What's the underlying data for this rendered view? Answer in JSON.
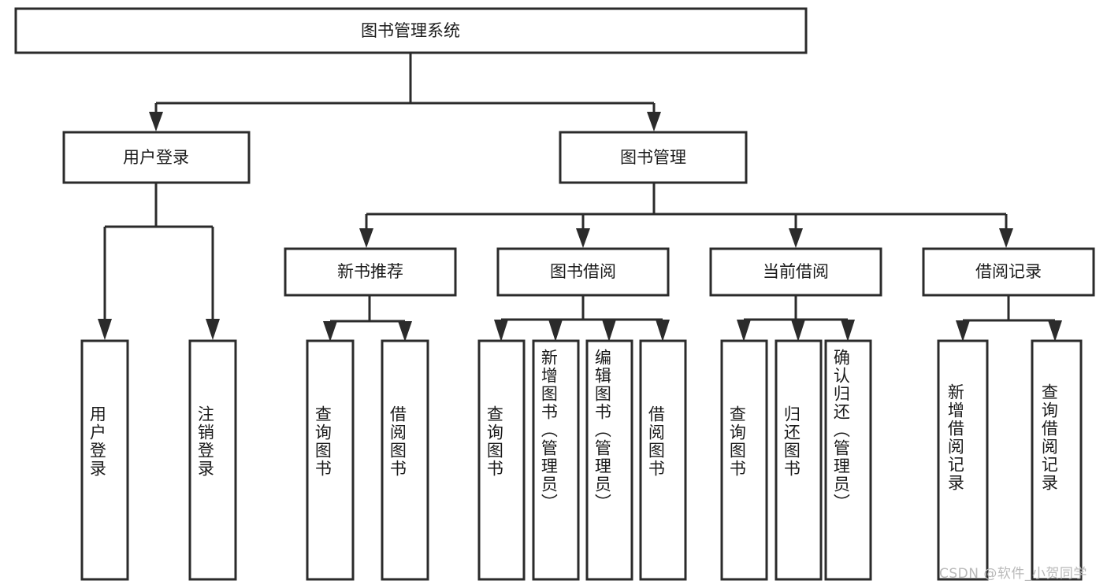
{
  "diagram": {
    "type": "tree-hierarchy-chart",
    "title": "图书管理系统",
    "orientation": "top-down",
    "colors": {
      "box_stroke": "#2b2b2b",
      "box_fill": "#ffffff",
      "connector": "#2b2b2b",
      "text": "#1a1a1a",
      "watermark": "#b9b9b9",
      "background": "#ffffff"
    }
  },
  "root": {
    "label": "图书管理系统"
  },
  "level2": [
    {
      "label": "用户登录"
    },
    {
      "label": "图书管理"
    }
  ],
  "level3": [
    {
      "label": "新书推荐"
    },
    {
      "label": "图书借阅"
    },
    {
      "label": "当前借阅"
    },
    {
      "label": "借阅记录"
    }
  ],
  "leaves": {
    "user_login": [
      {
        "label": "用户登录"
      },
      {
        "label": "注销登录"
      }
    ],
    "new_book_recommend": [
      {
        "label": "查询图书"
      },
      {
        "label": "借阅图书"
      }
    ],
    "book_borrow": [
      {
        "label": "查询图书"
      },
      {
        "label": "新增图书（管理员）"
      },
      {
        "label": "编辑图书（管理员）"
      },
      {
        "label": "借阅图书"
      }
    ],
    "current_borrow": [
      {
        "label": "查询图书"
      },
      {
        "label": "归还图书"
      },
      {
        "label": "确认归还（管理员）"
      }
    ],
    "borrow_record": [
      {
        "label": "新增借阅记录"
      },
      {
        "label": "查询借阅记录"
      }
    ]
  },
  "watermark": {
    "text": "CSDN @软件_小贺同学"
  }
}
